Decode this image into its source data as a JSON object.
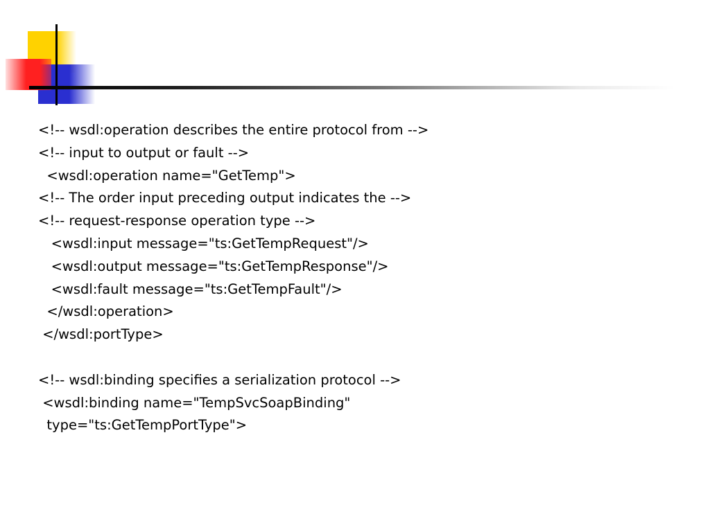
{
  "slide": {
    "lines": [
      "<!-- wsdl:operation describes the entire protocol from -->",
      "<!-- input to output or fault -->",
      "  <wsdl:operation name=\"GetTemp\">",
      "<!-- The order input preceding output indicates the -->",
      "<!-- request-response operation type -->",
      "   <wsdl:input message=\"ts:GetTempRequest\"/>",
      "   <wsdl:output message=\"ts:GetTempResponse\"/>",
      "   <wsdl:fault message=\"ts:GetTempFault\"/>",
      "  </wsdl:operation>",
      " </wsdl:portType>",
      "",
      "<!-- wsdl:binding specifies a serialization protocol -->",
      " <wsdl:binding name=\"TempSvcSoapBinding\"",
      "  type=\"ts:GetTempPortType\">"
    ]
  },
  "colors": {
    "logo_yellow": "#ffd200",
    "logo_blue": "#2a2fd0",
    "logo_red": "#ff2020",
    "text": "#000000",
    "background": "#ffffff"
  }
}
